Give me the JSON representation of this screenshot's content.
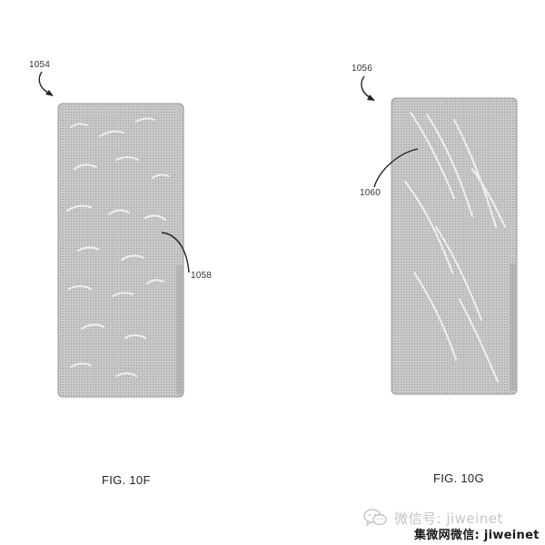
{
  "figures": [
    {
      "caption": "FIG. 10F",
      "device_ref": "1054",
      "feature_ref": "1058"
    },
    {
      "caption": "FIG. 10G",
      "device_ref": "1056",
      "feature_ref": "1060"
    }
  ],
  "watermark": {
    "wechat_line": "微信号: jiweinet",
    "source_line": "集微网微信: jiweinet",
    "icon": "wechat-icon"
  },
  "colors": {
    "device_fill": "#c9c9c9",
    "device_stipple": "#8f8f8f",
    "line": "#222222",
    "watermark_gray": "#c4c4c4"
  }
}
